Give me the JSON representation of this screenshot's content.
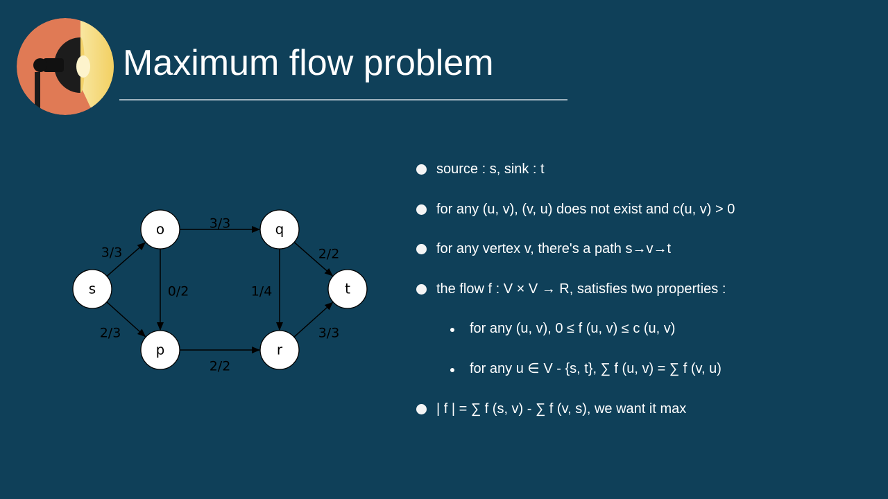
{
  "slide": {
    "title": "Maximum flow problem"
  },
  "logo": {
    "icon": "stage-spotlight-icon",
    "colors": {
      "circle": "#e07a55",
      "beam": "#f5d76e",
      "lamp": "#1a1a1a"
    }
  },
  "graph": {
    "nodes": [
      {
        "id": "s",
        "label": "s"
      },
      {
        "id": "o",
        "label": "o"
      },
      {
        "id": "p",
        "label": "p"
      },
      {
        "id": "q",
        "label": "q"
      },
      {
        "id": "r",
        "label": "r"
      },
      {
        "id": "t",
        "label": "t"
      }
    ],
    "edges": [
      {
        "from": "s",
        "to": "o",
        "label": "3/3"
      },
      {
        "from": "s",
        "to": "p",
        "label": "2/3"
      },
      {
        "from": "o",
        "to": "p",
        "label": "0/2"
      },
      {
        "from": "o",
        "to": "q",
        "label": "3/3"
      },
      {
        "from": "p",
        "to": "r",
        "label": "2/2"
      },
      {
        "from": "q",
        "to": "r",
        "label": "1/4"
      },
      {
        "from": "q",
        "to": "t",
        "label": "2/2"
      },
      {
        "from": "r",
        "to": "t",
        "label": "3/3"
      }
    ]
  },
  "bullets": [
    {
      "level": 1,
      "text": "source : s, sink : t"
    },
    {
      "level": 1,
      "text": "for any (u, v), (v, u) does not exist and c(u, v) > 0"
    },
    {
      "level": 1,
      "text": "for any vertex v, there's a path s→v→t"
    },
    {
      "level": 1,
      "text": "the flow f : V × V → R, satisfies two properties :"
    },
    {
      "level": 2,
      "text": "for any (u, v), 0 ≤ f (u, v) ≤ c (u, v)"
    },
    {
      "level": 2,
      "text": "for any u ∈ V - {s, t}, ∑ f (u, v) = ∑ f (v, u)"
    },
    {
      "level": 1,
      "text": "| f | = ∑ f (s, v) - ∑ f (v, s), we want it max"
    }
  ],
  "colors": {
    "background": "#0f4059",
    "text": "#ffffff",
    "rule": "#9fb3bf"
  }
}
